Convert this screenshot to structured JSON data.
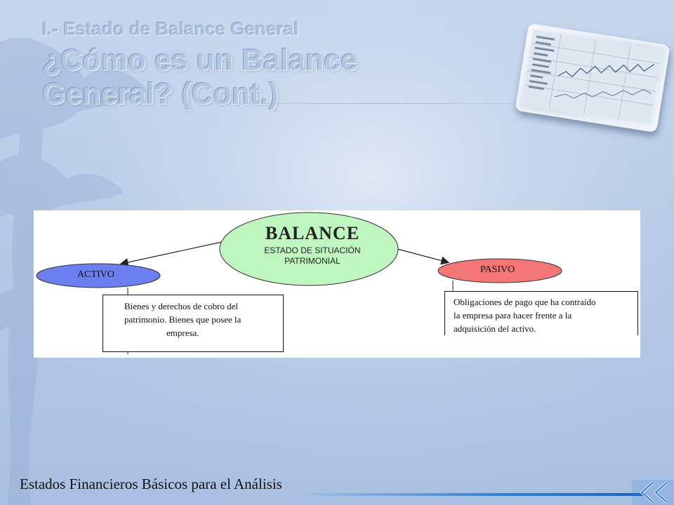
{
  "slide": {
    "subtitle": "I.- Estado de Balance General",
    "title_line1": "¿Cómo es un Balance",
    "title_line2": "General? (Cont.)",
    "footer": "Estados Financieros Básicos para el Análisis"
  },
  "diagram": {
    "center": {
      "title": "BALANCE",
      "subtitle_line1": "ESTADO DE SITUACIÓN",
      "subtitle_line2": "PATRIMONIAL",
      "color": "#bff5bf"
    },
    "left": {
      "label": "ACTIVO",
      "color": "#6c7ff0",
      "description_line1": "Bienes y derechos de cobro del",
      "description_line2": "patrimonio. Bienes que posee la",
      "description_line3": "empresa."
    },
    "right": {
      "label": "PASIVO",
      "color": "#f47676",
      "description_line1": "Obligaciones de pago que ha contraído",
      "description_line2": "la empresa para hacer frente a la",
      "description_line3": "adquisición del activo."
    }
  },
  "icons": {
    "decor": "stock-chart-photo",
    "nav": "double-chevron-left-icon"
  }
}
